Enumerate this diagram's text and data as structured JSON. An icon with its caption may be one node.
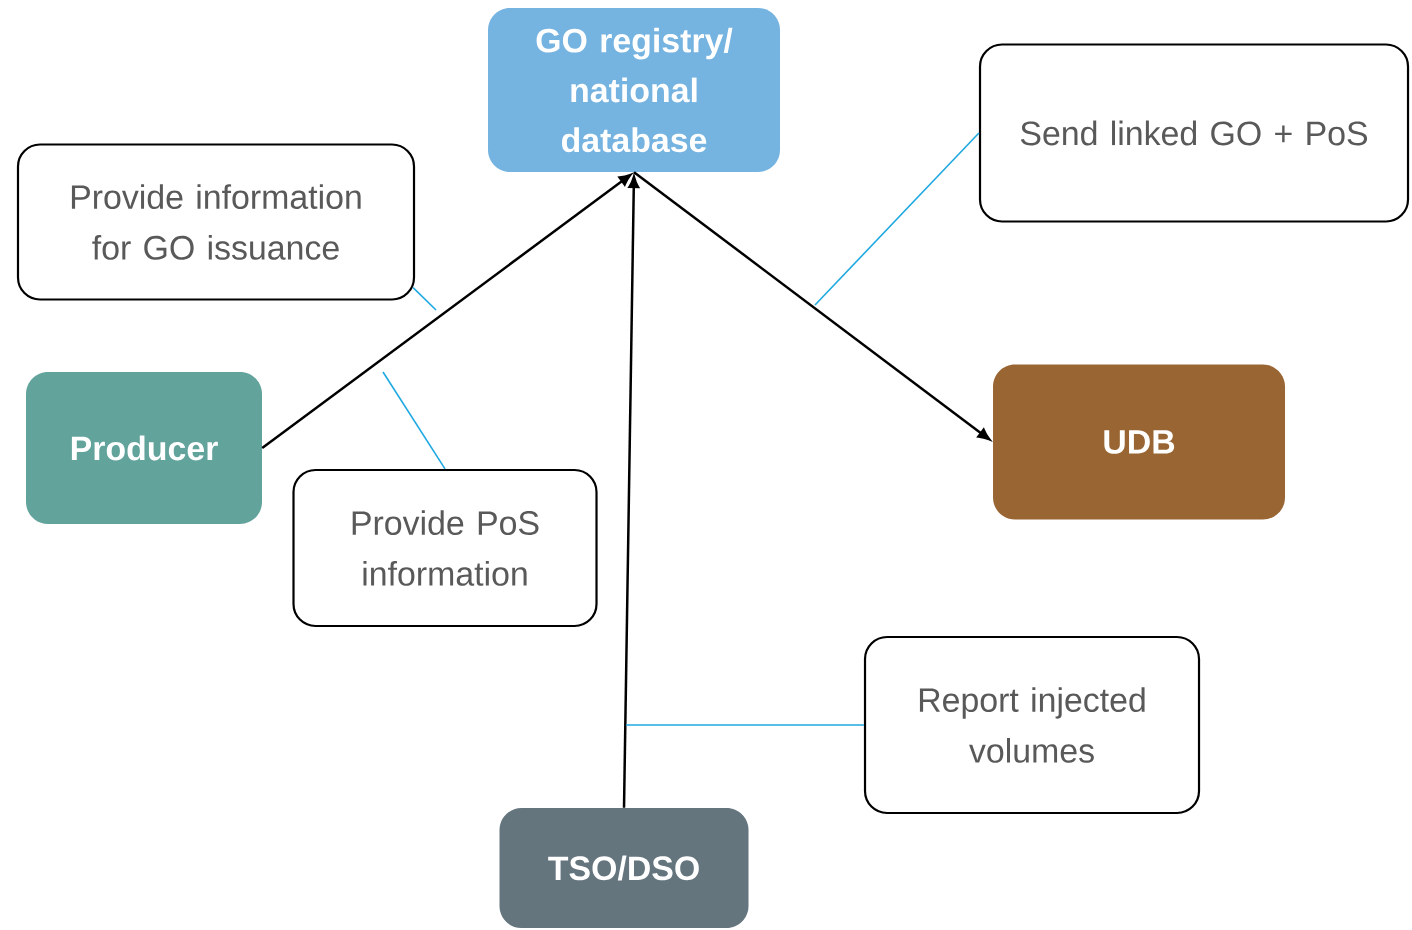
{
  "diagram": {
    "nodes": [
      {
        "text": [
          "GO registry/ national database"
        ]
      },
      {
        "text": [
          "Provide information for GO issuance"
        ]
      },
      {
        "text": [
          "Send linked GO + PoS"
        ]
      },
      {
        "text": [
          "Producer"
        ]
      },
      {
        "text": [
          "UDB"
        ]
      },
      {
        "text": [
          "Provide PoS information"
        ]
      },
      {
        "text": [
          "Report injected volumes"
        ]
      },
      {
        "text": [
          "TSO/DSO"
        ]
      }
    ],
    "edges": [
      {
        "from": 3,
        "to": 0,
        "arrow": "to",
        "color": "#000000"
      },
      {
        "from": 7,
        "to": 0,
        "arrow": "to",
        "color": "#000000"
      },
      {
        "from": 0,
        "to": 4,
        "arrow": "to",
        "color": "#000000"
      },
      {
        "from": 1,
        "to": null,
        "arrow": "none",
        "color": "#1fa9e1"
      },
      {
        "from": 5,
        "to": null,
        "arrow": "none",
        "color": "#1fa9e1"
      },
      {
        "from": 2,
        "to": null,
        "arrow": "none",
        "color": "#1fa9e1"
      },
      {
        "from": 6,
        "to": null,
        "arrow": "none",
        "color": "#1fa9e1"
      }
    ]
  }
}
